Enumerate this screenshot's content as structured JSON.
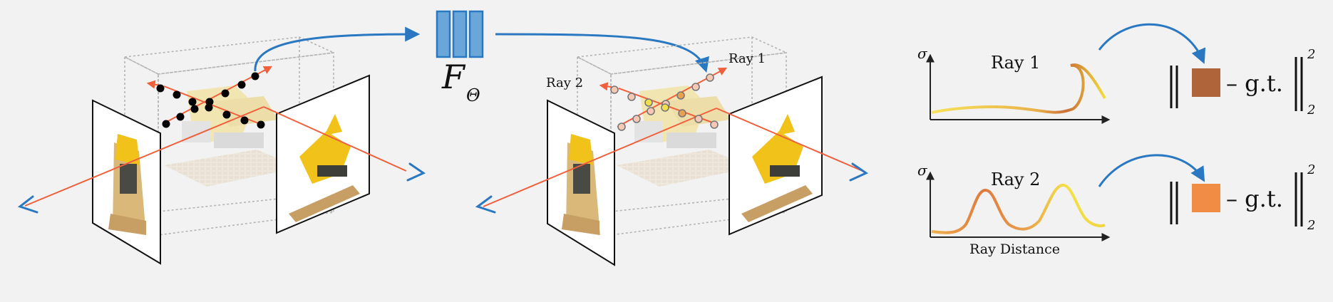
{
  "network": {
    "symbol": "F",
    "subscript": "Θ"
  },
  "scene2": {
    "ray1_label": "Ray 1",
    "ray2_label": "Ray 2"
  },
  "plots": {
    "sigma_label": "σ",
    "ray1_title": "Ray 1",
    "ray2_title": "Ray 2",
    "xlabel": "Ray Distance"
  },
  "loss": {
    "gt_label": "– g.t.",
    "subscript": "2",
    "superscript": "2",
    "color1": "#b0643a",
    "color2": "#f08c44"
  },
  "colors": {
    "arrow_blue": "#2a78c2",
    "ray_red": "#f0603c",
    "curve_yellow": "#f2d544",
    "curve_orange": "#d9823c"
  }
}
